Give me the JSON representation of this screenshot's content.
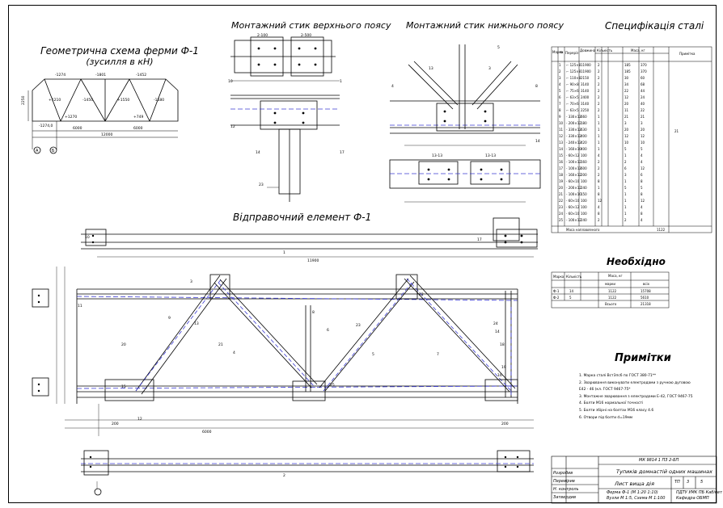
{
  "titles": {
    "geometry": "Геометрична схема ферми Ф-1",
    "geometry_sub": "(зусилля в кН)",
    "upper_joint": "Монтажний стик верхнього поясу",
    "lower_joint": "Монтажний стик нижнього поясу",
    "specification": "Специфікація сталі",
    "shipping_element": "Відправочний елемент Ф-1",
    "needed": "Необхідно",
    "notes": "Примітки"
  },
  "notes": [
    "1. Марка сталі Вст3пс6 по ГОСТ 380-71**",
    "2. Зварювання виконувати електродами з ручною дуговою",
    "Е42 - 46 (кл. ГОСТ 9467-75*",
    "3. Монтажне зварювання з електродами Е-42, ГОСТ 9467-75",
    "4. Болти М16 нормальної точності",
    "5. Болти збірні на болтах М16 класу 4.6",
    "6. Отвори під болти d=19мм"
  ],
  "geometry_labels": {
    "top_forces": [
      "-1274",
      "-1801",
      "-1452"
    ],
    "diag_forces": [
      "+1210",
      "-1450",
      "+1550",
      "-1580"
    ],
    "bottom_forces": [
      "+1270",
      "+749"
    ],
    "support": "-1274,0",
    "spans": [
      "6000",
      "6000"
    ],
    "total": "12000",
    "height": "2250",
    "axes": [
      "А",
      "Б"
    ]
  },
  "upper_joint_labels": {
    "plates": [
      "2-100",
      "2-500"
    ],
    "marks": [
      "10",
      "1",
      "12",
      "14",
      "17",
      "23"
    ]
  },
  "lower_joint_labels": {
    "marks": [
      "13",
      "3",
      "4",
      "8",
      "5",
      "14"
    ],
    "sections": [
      "13-13",
      "13-13"
    ]
  },
  "shipping_dims": {
    "length": "11900",
    "left": "200",
    "right": "200",
    "half": "6000"
  },
  "part_numbers": [
    "1",
    "2",
    "3",
    "4",
    "5",
    "6",
    "7",
    "8",
    "9",
    "10",
    "11",
    "12",
    "13",
    "14",
    "15",
    "16",
    "17",
    "18",
    "19",
    "20",
    "21",
    "22",
    "23",
    "24",
    "25"
  ],
  "spec_table": {
    "headers": [
      "Марка",
      "№",
      "Переріз",
      "Довжина",
      "Кількість",
      "Маса, кг",
      "Примітка"
    ],
    "rows": [
      [
        "1",
        "⌐ 125×8",
        "11900",
        "2",
        "185",
        "370"
      ],
      [
        "2",
        "⌐ 125×8",
        "11900",
        "2",
        "185",
        "370"
      ],
      [
        "3",
        "⌐ 110×8",
        "2150",
        "2",
        "30",
        "60"
      ],
      [
        "4",
        "⌐ 90×8",
        "3140",
        "2",
        "34",
        "68"
      ],
      [
        "5",
        "⌐ 75×6",
        "3140",
        "2",
        "22",
        "44"
      ],
      [
        "6",
        "⌐ 63×5",
        "2400",
        "2",
        "12",
        "24"
      ],
      [
        "7",
        "⌐ 70×6",
        "3140",
        "2",
        "20",
        "40"
      ],
      [
        "8",
        "⌐ 63×5",
        "2250",
        "2",
        "11",
        "22"
      ],
      [
        "9",
        "- 330×12",
        "660",
        "1",
        "21",
        "21"
      ],
      [
        "10",
        "- 200×12",
        "180",
        "1",
        "3",
        "3"
      ],
      [
        "11",
        "- 330×12",
        "630",
        "1",
        "20",
        "20"
      ],
      [
        "12",
        "- 330×12",
        "400",
        "1",
        "12",
        "12"
      ],
      [
        "13",
        "- 240×12",
        "420",
        "1",
        "10",
        "10"
      ],
      [
        "14",
        "- 160×10",
        "400",
        "1",
        "5",
        "5"
      ],
      [
        "15",
        "- 60×12",
        "100",
        "4",
        "1",
        "4"
      ],
      [
        "16",
        "- 100×12",
        "160",
        "2",
        "2",
        "4"
      ],
      [
        "17",
        "- 100×12",
        "600",
        "2",
        "6",
        "12"
      ],
      [
        "18",
        "- 160×12",
        "200",
        "2",
        "3",
        "6"
      ],
      [
        "19",
        "- 60×10",
        "100",
        "8",
        "1",
        "8"
      ],
      [
        "20",
        "- 200×12",
        "240",
        "1",
        "5",
        "5"
      ],
      [
        "21",
        "- 100×10",
        "150",
        "8",
        "1",
        "8"
      ],
      [
        "22",
        "- 60×10",
        "100",
        "12",
        "1",
        "12"
      ],
      [
        "23",
        "- 60×12",
        "100",
        "4",
        "1",
        "4"
      ],
      [
        "24",
        "- 60×10",
        "100",
        "8",
        "1",
        "8"
      ],
      [
        "25",
        "- 100×12",
        "240",
        "2",
        "2",
        "4"
      ]
    ],
    "total_label": "Маса наплавленого",
    "total_mass": "1122",
    "total_note": "21"
  },
  "need_table": {
    "headers": [
      "Марка",
      "Кількість",
      "Маса, кг",
      "марки",
      "всіх"
    ],
    "rows": [
      [
        "Ф-1",
        "14",
        "1122",
        "15708"
      ],
      [
        "Ф-2",
        "5",
        "1122",
        "5610"
      ]
    ],
    "total_label": "Всього",
    "total": "21318"
  },
  "title_block": {
    "code": "МК 9814 1 ПЗ 2-БП",
    "project": "Тупиків домнастій одних машинах",
    "sheet_name": "Лист вища дія",
    "stage": "ТП",
    "sheet": "3",
    "sheets": "5",
    "drawing": "Ферма Ф-1 (М 1:20 1:10)",
    "scale_note": "Вузли М 1:5, Схема М 1:100",
    "org": "ПДТУ УМК ПБ Кабінет",
    "group": "Кафедра ОБМП",
    "roles": [
      "Розробив",
      "Перевірив",
      "Н. контроль",
      "Затвердив"
    ]
  }
}
